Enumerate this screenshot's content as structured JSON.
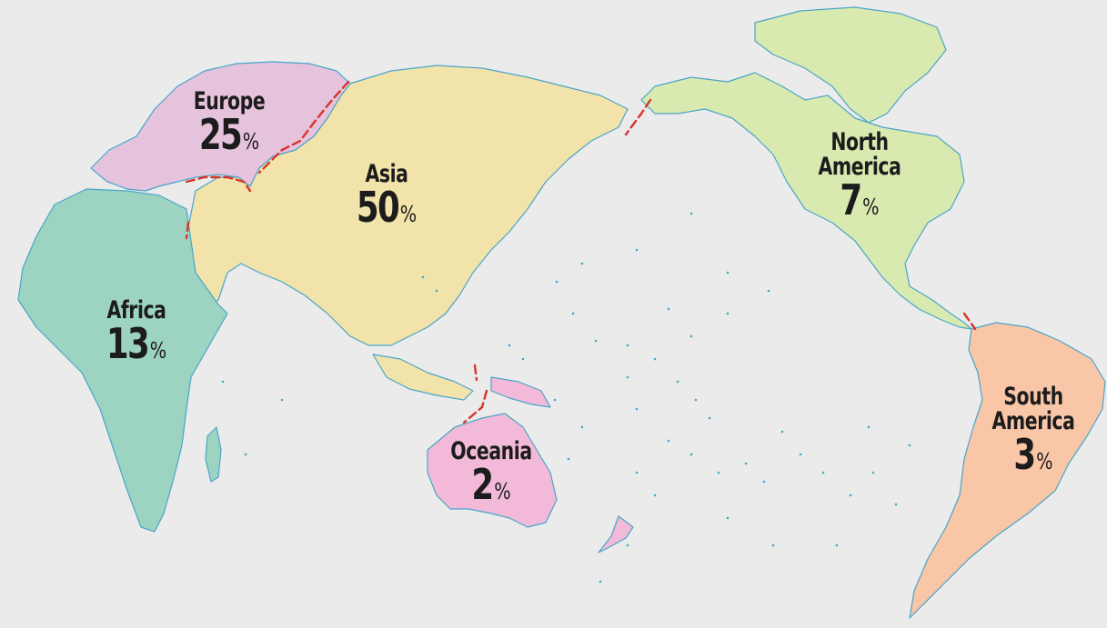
{
  "colors": {
    "background": "#ebebeb",
    "coast": "#4aa5c8",
    "boundary": "#d6342b",
    "text": "#1c1c1c"
  },
  "continents": [
    {
      "id": "europe",
      "name": "Europe",
      "percent": "25",
      "percent_sign": "%",
      "color": "#e6c3dd"
    },
    {
      "id": "asia",
      "name": "Asia",
      "percent": "50",
      "percent_sign": "%",
      "color": "#f1e3a9"
    },
    {
      "id": "africa",
      "name": "Africa",
      "percent": "13",
      "percent_sign": "%",
      "color": "#9dd3c1"
    },
    {
      "id": "oceania",
      "name": "Oceania",
      "percent": "2",
      "percent_sign": "%",
      "color": "#f2bad8"
    },
    {
      "id": "north-america",
      "name": "North\nAmerica",
      "percent": "7",
      "percent_sign": "%",
      "color": "#d9eab0"
    },
    {
      "id": "south-america",
      "name": "South\nAmerica",
      "percent": "3",
      "percent_sign": "%",
      "color": "#f9c6a8"
    }
  ]
}
